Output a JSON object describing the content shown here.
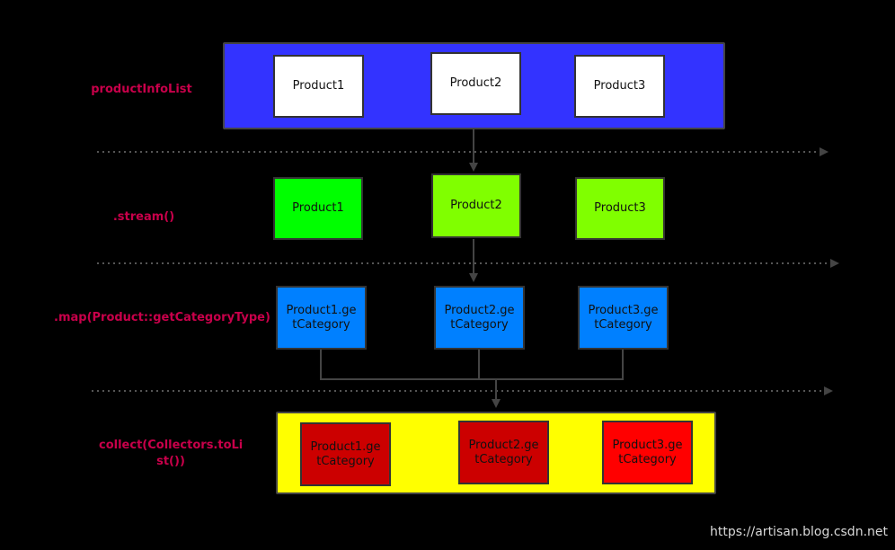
{
  "stages": [
    {
      "label": "productInfoList"
    },
    {
      "label": ".stream()"
    },
    {
      "label": ".map(Product::getCategoryType)"
    },
    {
      "label": "collect(Collectors.toLi\nst())"
    }
  ],
  "rows": {
    "product_info_list": {
      "container_color": "#3333ff",
      "items": [
        {
          "text": "Product1",
          "color": "#ffffff"
        },
        {
          "text": "Product2",
          "color": "#ffffff"
        },
        {
          "text": "Product3",
          "color": "#ffffff"
        }
      ]
    },
    "stream": {
      "items": [
        {
          "text": "Product1",
          "color": "#00ff00"
        },
        {
          "text": "Product2",
          "color": "#80ff00"
        },
        {
          "text": "Product3",
          "color": "#80ff00"
        }
      ]
    },
    "map": {
      "items": [
        {
          "text": "Product1.ge\ntCategory",
          "color": "#0080ff"
        },
        {
          "text": "Product2.ge\ntCategory",
          "color": "#0080ff"
        },
        {
          "text": "Product3.ge\ntCategory",
          "color": "#0080ff"
        }
      ]
    },
    "collect": {
      "container_color": "#ffff00",
      "items": [
        {
          "text": "Product1.ge\ntCategory",
          "color": "#cc0000"
        },
        {
          "text": "Product2.ge\ntCategory",
          "color": "#cc0000"
        },
        {
          "text": "Product3.ge\ntCategory",
          "color": "#ff0000"
        }
      ]
    }
  },
  "watermark": "https://artisan.blog.csdn.net"
}
